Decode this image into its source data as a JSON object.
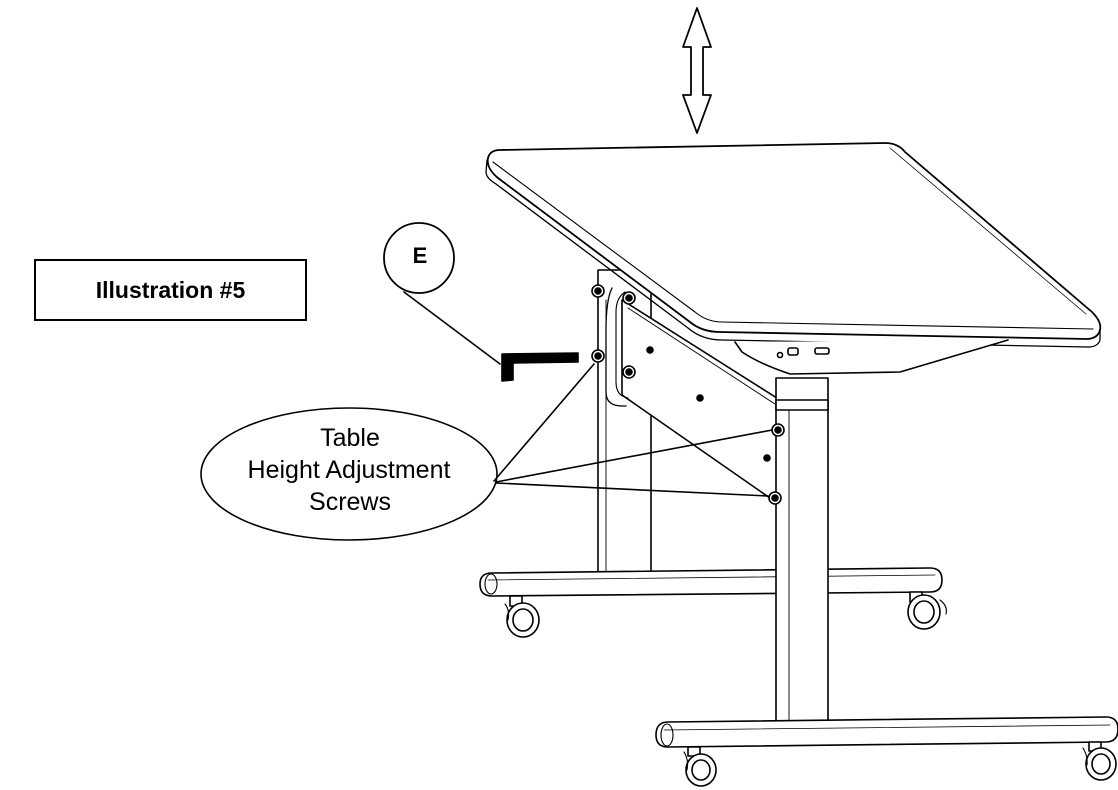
{
  "illustration_label": "Illustration #5",
  "part_callout": {
    "letter": "E",
    "part": "allen-wrench"
  },
  "screws_callout": {
    "line1": "Table",
    "line2": "Height Adjustment",
    "line3": "Screws"
  },
  "icons": {
    "vertical_arrow": "double-headed-vertical-arrow",
    "wrench": "allen-wrench-icon"
  },
  "colors": {
    "stroke": "#000000",
    "background": "#ffffff"
  }
}
